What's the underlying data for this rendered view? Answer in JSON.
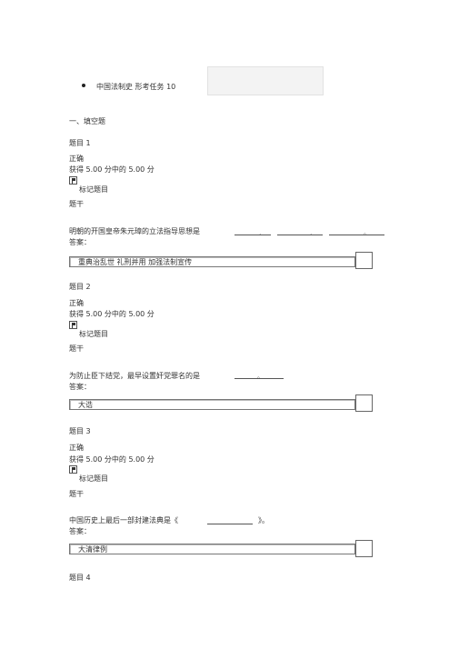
{
  "header": {
    "course_title": "中国法制史 形考任务 10"
  },
  "section_title": "一、填空题",
  "questions": [
    {
      "number_label": "题目 1",
      "status": "正确",
      "score_text": "获得 5.00 分中的 5.00 分",
      "flag_label": "标记题目",
      "stem_label": "题干",
      "question_text": "明朝的开国皇帝朱元璋的立法指导思想是",
      "answer_label": "答案：",
      "answer_value": "重典治乱世  礼刑并用  加强法制宣传"
    },
    {
      "number_label": "题目 2",
      "status": "正确",
      "score_text": "获得 5.00 分中的 5.00 分",
      "flag_label": "标记题目",
      "stem_label": "题干",
      "question_text": "为防止臣下结党，最早设置奸党罪名的是",
      "answer_label": "答案：",
      "answer_value": "大诰"
    },
    {
      "number_label": "题目 3",
      "status": "正确",
      "score_text": "获得 5.00 分中的 5.00 分",
      "flag_label": "标记题目",
      "stem_label": "题干",
      "question_text": "中国历史上最后一部封建法典是《",
      "question_suffix": "》。",
      "answer_label": "答案：",
      "answer_value": "大清律例"
    },
    {
      "number_label": "题目 4"
    }
  ]
}
